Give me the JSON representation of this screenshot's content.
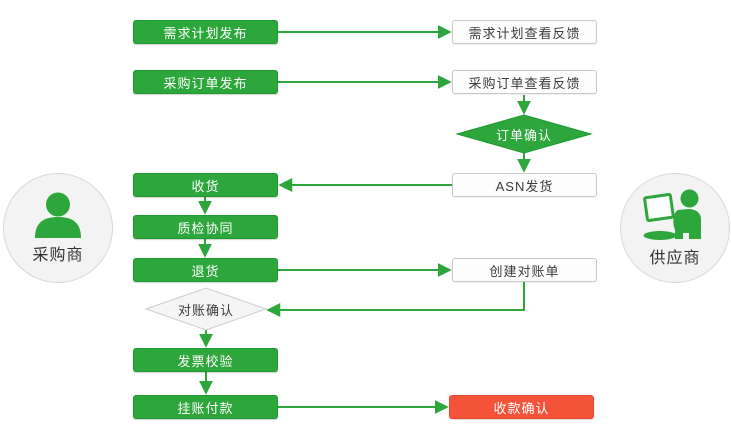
{
  "palette": {
    "green": "#2da63c",
    "green_border": "#1f9a30",
    "red": "#f4533a",
    "plain_fill": "#fdfdfd",
    "plain_border": "#c9c9c9",
    "diamond_gray_fill": "#f5f5f5",
    "diamond_gray_border": "#cccccc",
    "text_dark": "#3b3b3b",
    "circle_fill": "#f3f3f3",
    "circle_border": "#d8d8d8"
  },
  "actors": {
    "buyer": {
      "label": "采购商",
      "icon": "person-icon"
    },
    "supplier": {
      "label": "供应商",
      "icon": "person-laptop-icon"
    }
  },
  "nodes": {
    "demand_plan_publish": "需求计划发布",
    "demand_plan_feedback": "需求计划查看反馈",
    "purchase_order_publish": "采购订单发布",
    "purchase_order_feedback": "采购订单查看反馈",
    "order_confirm": "订单确认",
    "asn_ship": "ASN发货",
    "receive_goods": "收货",
    "quality_inspection": "质检协同",
    "return_goods": "退货",
    "create_statement": "创建对账单",
    "statement_confirm": "对账确认",
    "invoice_verify": "发票校验",
    "book_payment": "挂账付款",
    "receipt_confirm": "收款确认"
  }
}
